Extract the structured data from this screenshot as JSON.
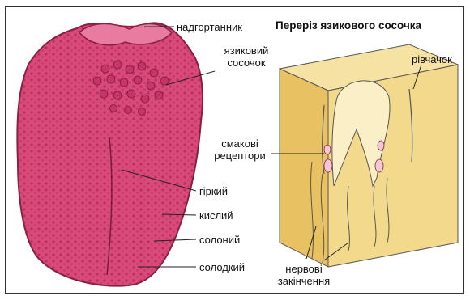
{
  "section_title": "Переріз язикового сосочка",
  "labels": {
    "epiglottis": "надгортанник",
    "papilla": "язиковий сосочок",
    "papilla_line1": "язиковий",
    "papilla_line2": "сосочок",
    "groove": "рівчачок",
    "receptors_line1": "смакові",
    "receptors_line2": "рецептори",
    "bitter": "гіркий",
    "sour": "кислий",
    "salty": "солоний",
    "sweet": "солодкий",
    "nerves_line1": "нервові",
    "nerves_line2": "закінчення"
  },
  "colors": {
    "tongue": "#d9497a",
    "tongue_dark": "#8a1f45",
    "block": "#f3d98c",
    "block_shade": "#e0b94c"
  }
}
